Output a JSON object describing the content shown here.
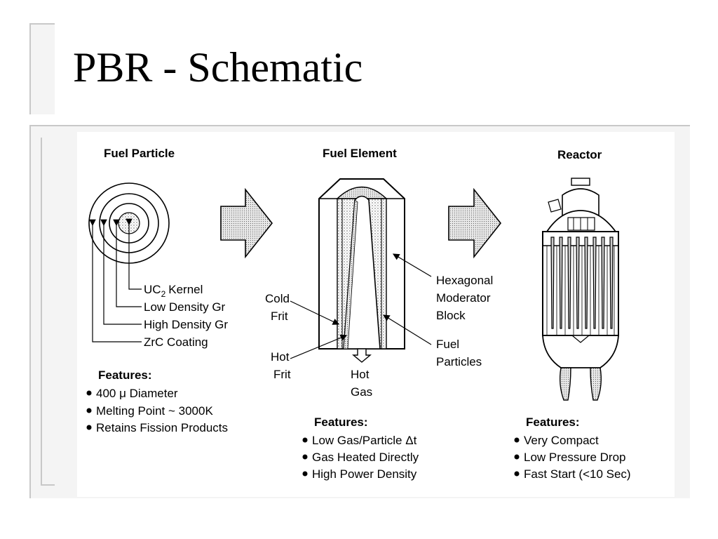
{
  "slide": {
    "title": "PBR - Schematic"
  },
  "fuel_particle": {
    "header": "Fuel Particle",
    "labels": [
      "UC",
      "Kernel",
      "Low Density Gr",
      "High Density Gr",
      "ZrC Coating"
    ],
    "kernel_subscript": "2",
    "features_header": "Features:",
    "features": [
      "400 μ Diameter",
      "Melting Point ~ 3000K",
      "Retains Fission Products"
    ]
  },
  "fuel_element": {
    "header": "Fuel Element",
    "labels": {
      "hexagonal": "Hexagonal",
      "moderator": "Moderator",
      "block": "Block",
      "cold": "Cold",
      "cold_frit": "Frit",
      "hot": "Hot",
      "hot_frit": "Frit",
      "hot_gas_1": "Hot",
      "hot_gas_2": "Gas",
      "fuel": "Fuel",
      "particles": "Particles"
    },
    "features_header": "Features:",
    "features": [
      "Low Gas/Particle Δt",
      "Gas Heated Directly",
      "High Power Density"
    ]
  },
  "reactor": {
    "header": "Reactor",
    "features_header": "Features:",
    "features": [
      "Very Compact",
      "Low Pressure Drop",
      "Fast Start (<10 Sec)"
    ]
  }
}
